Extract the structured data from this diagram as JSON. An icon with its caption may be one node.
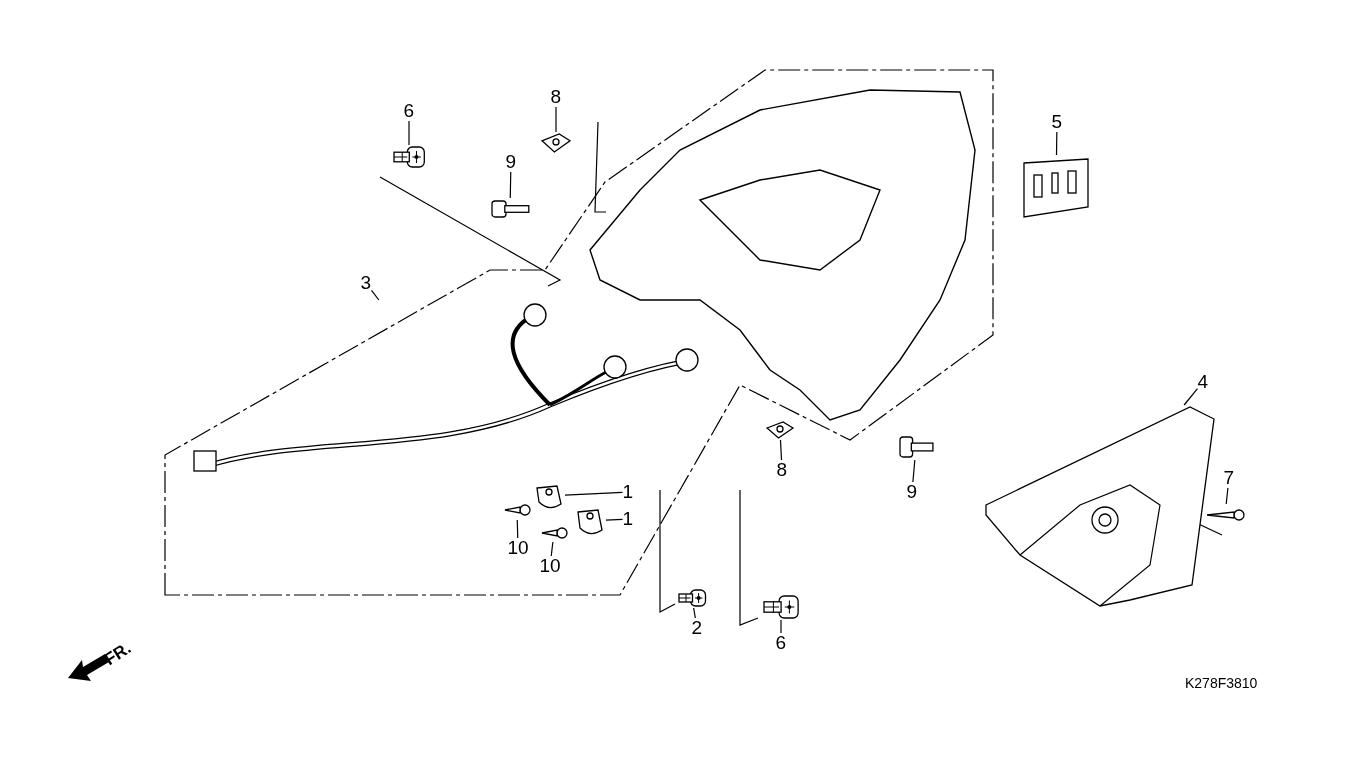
{
  "diagram": {
    "nodes": [
      {
        "text": [
          "8"
        ]
      },
      {
        "text": [],
        "shape": "picture"
      },
      {
        "text": [
          "6"
        ]
      },
      {
        "text": [],
        "shape": "picture"
      },
      {
        "text": [
          "5"
        ]
      },
      {
        "text": [],
        "shape": "picture"
      },
      {
        "text": [
          "9"
        ]
      },
      {
        "text": [],
        "shape": "picture"
      },
      {
        "text": [
          "3"
        ]
      },
      {
        "text": [],
        "shape": "picture"
      },
      {
        "text": [
          "4"
        ]
      },
      {
        "text": [],
        "shape": "picture"
      },
      {
        "text": [
          "8"
        ]
      },
      {
        "text": [],
        "shape": "picture"
      },
      {
        "text": [
          "1"
        ]
      },
      {
        "text": [],
        "shape": "picture"
      },
      {
        "text": [
          "9"
        ]
      },
      {
        "text": [],
        "shape": "picture"
      },
      {
        "text": [
          "7"
        ]
      },
      {
        "text": [],
        "shape": "picture"
      },
      {
        "text": [
          "1"
        ]
      },
      {
        "text": [],
        "shape": "picture"
      },
      {
        "text": [
          "10"
        ]
      },
      {
        "text": [],
        "shape": "picture"
      },
      {
        "text": [
          "10"
        ]
      },
      {
        "text": [],
        "shape": "picture"
      },
      {
        "text": [
          "2"
        ]
      },
      {
        "text": [],
        "shape": "picture"
      },
      {
        "text": [
          "6"
        ]
      },
      {
        "text": [],
        "shape": "picture"
      }
    ],
    "edges": [
      {
        "from": 0,
        "to": 1,
        "arrow": "none"
      },
      {
        "from": 2,
        "to": 3,
        "arrow": "none"
      },
      {
        "from": 4,
        "to": 5,
        "arrow": "none"
      },
      {
        "from": 6,
        "to": 7,
        "arrow": "none"
      },
      {
        "from": 8,
        "to": 9,
        "arrow": "none"
      },
      {
        "from": 10,
        "to": 11,
        "arrow": "none"
      },
      {
        "from": 12,
        "to": 13,
        "arrow": "none"
      },
      {
        "from": 14,
        "to": 15,
        "arrow": "none"
      },
      {
        "from": 16,
        "to": 17,
        "arrow": "none"
      },
      {
        "from": 18,
        "to": 19,
        "arrow": "none"
      },
      {
        "from": 20,
        "to": 21,
        "arrow": "none"
      },
      {
        "from": 22,
        "to": 23,
        "arrow": "none"
      },
      {
        "from": 24,
        "to": 25,
        "arrow": "none"
      },
      {
        "from": 26,
        "to": 27,
        "arrow": "none"
      },
      {
        "from": 28,
        "to": 29,
        "arrow": "none"
      }
    ],
    "labels": [
      "FR.",
      "K278F3810"
    ]
  }
}
